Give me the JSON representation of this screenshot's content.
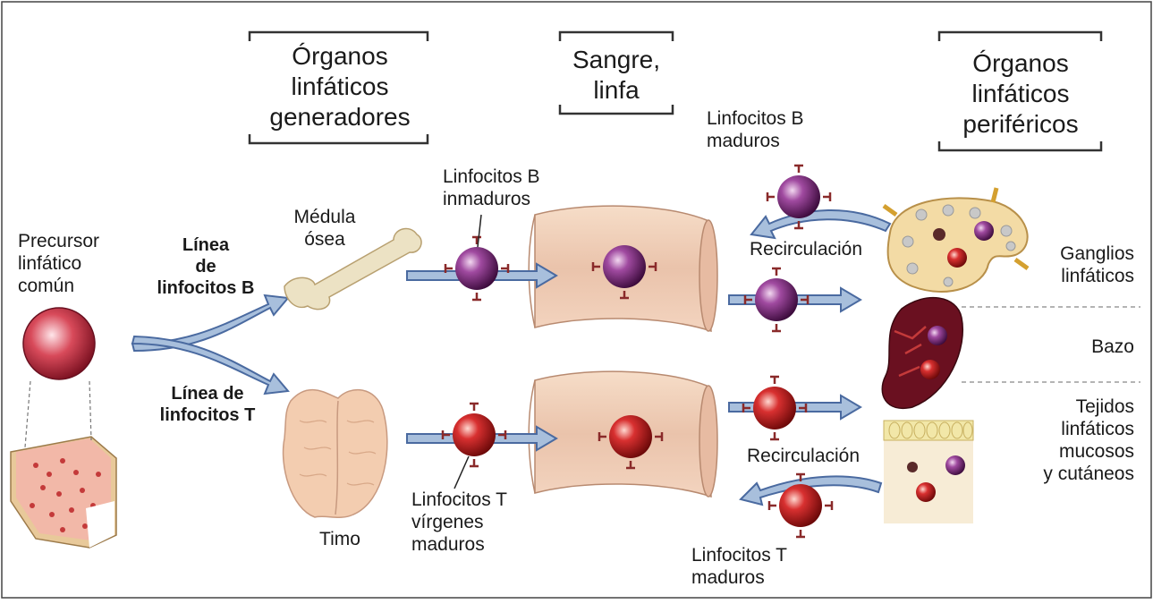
{
  "headers": {
    "generators": "Órganos\nlinfáticos\ngeneradores",
    "blood": "Sangre,\nlinfa",
    "peripheral": "Órganos\nlinfáticos\nperiféricos"
  },
  "labels": {
    "precursor": "Precursor\nlinfático\ncomún",
    "b_lineage": "Línea\nde\nlinfocitos B",
    "t_lineage": "Línea de\nlinfocitos T",
    "bone_marrow": "Médula\nósea",
    "thymus": "Timo",
    "immature_b": "Linfocitos B\ninmaduros",
    "naive_t": "Linfocitos T\nvírgenes\nmaduros",
    "mature_b": "Linfocitos B\nmaduros",
    "mature_t": "Linfocitos T\nmaduros",
    "recirc_b": "Recirculación",
    "recirc_t": "Recirculación",
    "lymph_nodes": "Ganglios\nlinfáticos",
    "spleen": "Bazo",
    "mucosal": "Tejidos\nlinfáticos\nmucosos\ny cutáneos"
  },
  "colors": {
    "arrow": "#a8bfdc",
    "arrow_stroke": "#4a6aa0",
    "b_cell": "#7a2a78",
    "t_cell": "#c0282a",
    "receptor": "#8a2a2a",
    "bone": "#ece2c4",
    "thymus": "#f3cdb0",
    "vessel": "#eecfbb",
    "spleen": "#6a1020",
    "node": "#f3dba5"
  }
}
